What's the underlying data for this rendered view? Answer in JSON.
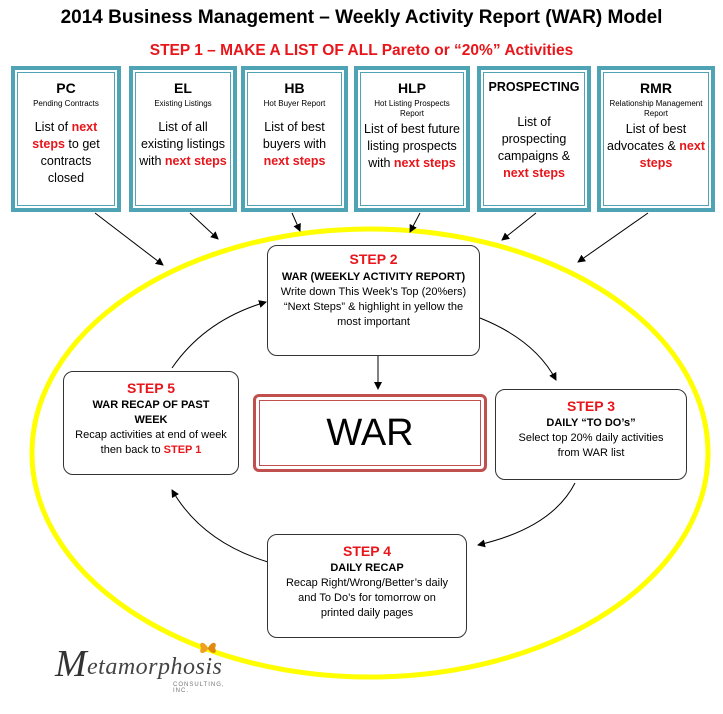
{
  "title": "2014 Business Management – Weekly Activity Report (WAR) Model",
  "step1": "STEP 1 – MAKE A LIST OF ALL Pareto or “20%” Activities",
  "cards": [
    {
      "code": "PC",
      "sub": "Pending Contracts",
      "text1": "List of ",
      "red1": "next steps",
      "text2": " to get contracts closed",
      "red2": ""
    },
    {
      "code": "EL",
      "sub": "Existing Listings",
      "text1": "List of all existing listings with ",
      "red1": "next steps",
      "text2": "",
      "red2": ""
    },
    {
      "code": "HB",
      "sub": "Hot Buyer Report",
      "text1": "List of best buyers with ",
      "red1": "next steps",
      "text2": "",
      "red2": ""
    },
    {
      "code": "HLP",
      "sub": "Hot Listing Prospects Report",
      "text1": "List of best future listing prospects with ",
      "red1": "next steps",
      "text2": "",
      "red2": ""
    },
    {
      "code": "PROSPECTING",
      "sub": "",
      "text1": "List of prospecting campaigns & ",
      "red1": "next steps",
      "text2": "",
      "red2": ""
    },
    {
      "code": "RMR",
      "sub": "Relationship Management Report",
      "text1": "List of best advocates & ",
      "red1": "next steps",
      "text2": "",
      "red2": ""
    }
  ],
  "step2": {
    "step": "STEP 2",
    "heading": "WAR (WEEKLY ACTIVITY REPORT)",
    "body": "Write down This Week’s Top (20%ers) “Next Steps” & highlight in yellow the most important"
  },
  "step3": {
    "step": "STEP 3",
    "heading": "DAILY “TO DO’s”",
    "body": "Select top 20% daily activities from WAR list"
  },
  "step4": {
    "step": "STEP 4",
    "heading": "DAILY RECAP",
    "body": "Recap Right/Wrong/Better’s daily and To Do’s for tomorrow on printed daily pages"
  },
  "step5": {
    "step": "STEP 5",
    "heading": "WAR RECAP OF PAST WEEK",
    "body": "Recap activities at end of week then back to ",
    "body_red": "STEP 1"
  },
  "center": "WAR",
  "logo": {
    "brand": "Metamorphosis",
    "tagline": "CONSULTING, INC."
  },
  "colors": {
    "accent_red": "#e8161b",
    "card_border": "#4ea4b4",
    "ellipse": "#ffff00",
    "war_border": "#c0504d"
  }
}
